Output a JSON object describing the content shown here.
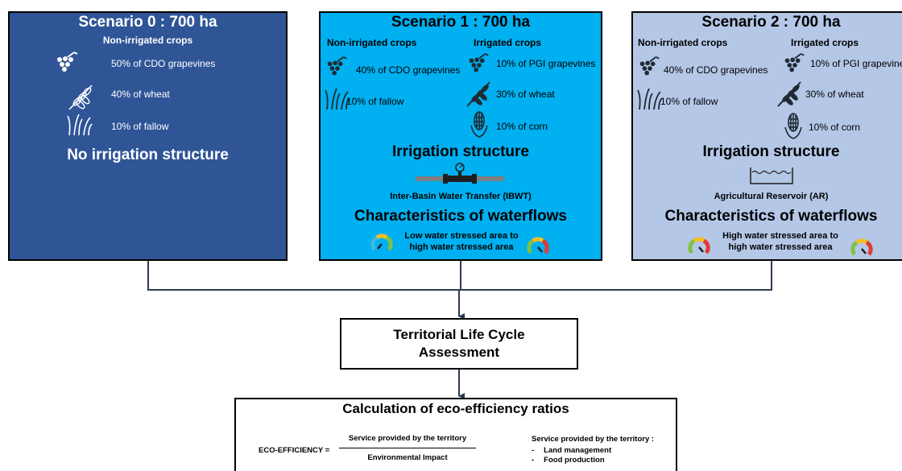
{
  "scenario0": {
    "title": "Scenario 0 : 700 ha",
    "non_irrigated_header": "Non-irrigated crops",
    "crops": [
      "50% of CDO grapevines",
      "40% of wheat",
      "10% of fallow"
    ],
    "structure": "No irrigation structure",
    "colors": {
      "fill": "#2f5597"
    }
  },
  "scenario1": {
    "title": "Scenario 1 : 700 ha",
    "non_irrigated_header": "Non-irrigated crops",
    "irrigated_header": "Irrigated crops",
    "non_irrigated_crops": [
      "40% of CDO grapevines",
      "10% of fallow"
    ],
    "irrigated_crops": [
      "10% of PGI grapevines",
      "30% of wheat",
      "10% of corn"
    ],
    "structure_heading": "Irrigation structure",
    "structure_name": "Inter-Basin Water Transfer (IBWT)",
    "waterflows_heading": "Characteristics of waterflows",
    "waterflows_line1": "Low water stressed area to",
    "waterflows_line2": "high water stressed area",
    "colors": {
      "fill": "#00b0f0"
    }
  },
  "scenario2": {
    "title": "Scenario 2 : 700 ha",
    "non_irrigated_header": "Non-irrigated crops",
    "irrigated_header": "Irrigated crops",
    "non_irrigated_crops": [
      "40% of CDO grapevines",
      "10% of fallow"
    ],
    "irrigated_crops": [
      "10% of PGI grapevine",
      "30% of wheat",
      "10% of corn"
    ],
    "structure_heading": "Irrigation structure",
    "structure_name": "Agricultural Reservoir (AR)",
    "waterflows_heading": "Characteristics of waterflows",
    "waterflows_line1": "High water stressed area to",
    "waterflows_line2": "high water stressed area",
    "colors": {
      "fill": "#b4c7e7"
    }
  },
  "tlca": {
    "line1": "Territorial Life Cycle",
    "line2": "Assessment"
  },
  "calc": {
    "title": "Calculation of eco-efficiency ratios",
    "lhs": "ECO-EFFICIENCY =",
    "numerator": "Service provided by the territory",
    "denominator": "Environmental Impact",
    "services_header": "Service provided by the territory :",
    "services": [
      "Land management",
      "Food production"
    ],
    "bullet": "-"
  },
  "colors": {
    "connector": "#2f3b52",
    "gauge_red": "#e03c31",
    "gauge_green": "#7ec242",
    "gauge_yellow": "#f6c022",
    "gauge_cyan": "#3fb8e0"
  }
}
